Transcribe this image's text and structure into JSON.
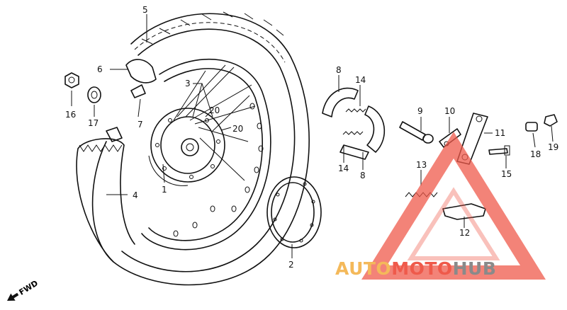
{
  "diagram": {
    "callouts": {
      "c1": "1",
      "c2": "2",
      "c3": "3",
      "c4": "4",
      "c5": "5",
      "c6": "6",
      "c7": "7",
      "c8a": "8",
      "c8b": "8",
      "c9": "9",
      "c10": "10",
      "c11": "11",
      "c12": "12",
      "c13": "13",
      "c14a": "14",
      "c14b": "14",
      "c15": "15",
      "c16": "16",
      "c17": "17",
      "c18": "18",
      "c19": "19",
      "c20a": "20",
      "c20b": "20"
    },
    "fwd_label": "FWD"
  },
  "watermark": {
    "word_auto": "AUTO",
    "word_moto": "MOTO",
    "word_hub": "HUB",
    "color_auto": "#f4b95a",
    "color_moto": "#ef5a4b",
    "color_hub": "#8a8a8a",
    "triangle_color": "#ef5a4b"
  }
}
